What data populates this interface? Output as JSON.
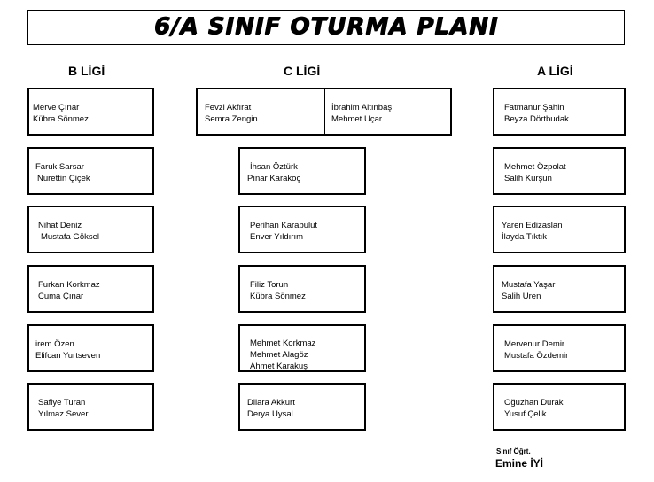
{
  "title": "6/A SINIF OTURMA PLANI",
  "columns": {
    "b": {
      "label": "B LİGİ"
    },
    "c": {
      "label": "C LİGİ"
    },
    "a": {
      "label": "A LİGİ"
    }
  },
  "b_desks": [
    [
      "Merve Çınar",
      "Kübra Sönmez"
    ],
    [
      "Faruk Sarsar",
      "Nurettin Çiçek"
    ],
    [
      "Nihat Deniz",
      "Mustafa Göksel"
    ],
    [
      "Furkan Korkmaz",
      "Cuma Çınar"
    ],
    [
      "irem Özen",
      "Elifcan Yurtseven"
    ],
    [
      "Safiye Turan",
      "Yılmaz Sever"
    ]
  ],
  "c_top_desk": {
    "left": [
      "Fevzi Akfırat",
      "Semra Zengin"
    ],
    "right": [
      "İbrahim Altınbaş",
      "Mehmet Uçar"
    ]
  },
  "c_desks": [
    [
      "İhsan Öztürk",
      "Pınar Karakoç"
    ],
    [
      "Perihan Karabulut",
      "Enver Yıldırım"
    ],
    [
      "Filiz Torun",
      "Kübra Sönmez"
    ],
    [
      "Mehmet Korkmaz",
      "Mehmet Alagöz",
      "Ahmet Karakuş"
    ],
    [
      "Dilara Akkurt",
      "Derya Uysal"
    ]
  ],
  "a_desks": [
    [
      "Fatmanur Şahin",
      "Beyza Dörtbudak"
    ],
    [
      "Mehmet Özpolat",
      "Salih Kurşun"
    ],
    [
      "Yaren Edizaslan",
      "İlayda Tıktık"
    ],
    [
      "Mustafa Yaşar",
      "Salih Üren"
    ],
    [
      "Mervenur Demir",
      "Mustafa Özdemir"
    ],
    [
      "Oğuzhan Durak",
      "Yusuf Çelik"
    ]
  ],
  "teacher": {
    "role": "Sınıf Öğrt.",
    "name": "Emine İYİ"
  }
}
